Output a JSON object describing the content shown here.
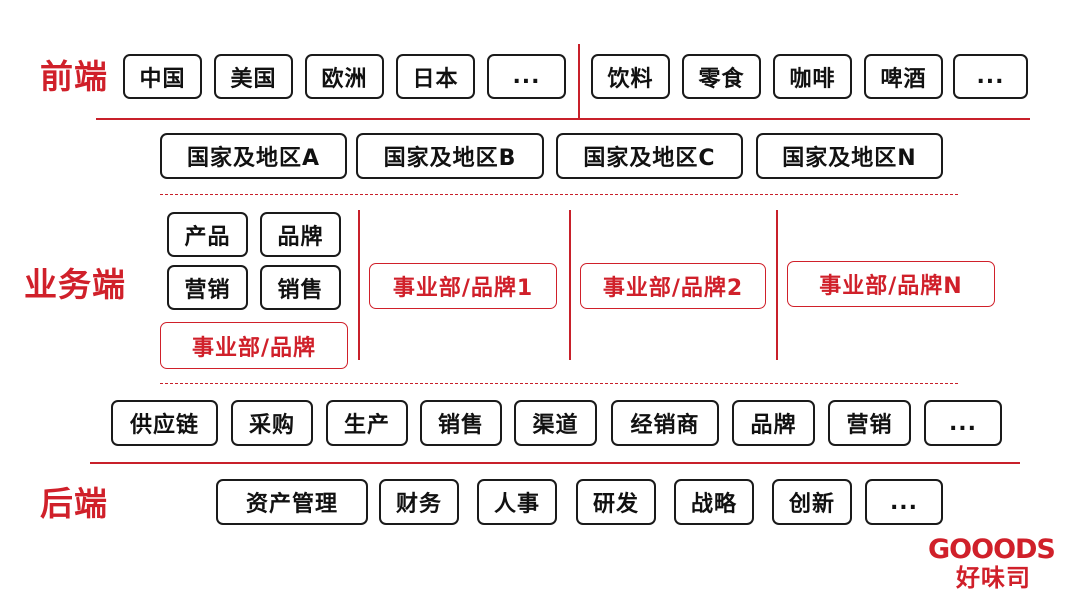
{
  "sections": {
    "front": "前端",
    "business": "业务端",
    "back": "后端"
  },
  "front_markets": [
    "中国",
    "美国",
    "欧洲",
    "日本",
    "..."
  ],
  "front_categories": [
    "饮料",
    "零食",
    "咖啡",
    "啤酒",
    "..."
  ],
  "regions": [
    "国家及地区A",
    "国家及地区B",
    "国家及地区C",
    "国家及地区N"
  ],
  "business_functions": [
    "产品",
    "品牌",
    "营销",
    "销售"
  ],
  "business_unit_label": "事业部/品牌",
  "business_units": [
    "事业部/品牌1",
    "事业部/品牌2",
    "事业部/品牌N"
  ],
  "value_chain": [
    "供应链",
    "采购",
    "生产",
    "销售",
    "渠道",
    "经销商",
    "品牌",
    "营销",
    "..."
  ],
  "back_functions": [
    "资产管理",
    "财务",
    "人事",
    "研发",
    "战略",
    "创新",
    "..."
  ],
  "logo": {
    "wordmark": "GOOODS",
    "chinese": "好味司"
  },
  "colors": {
    "accent": "#d0202a",
    "text": "#111111",
    "border": "#1a1a1a"
  }
}
